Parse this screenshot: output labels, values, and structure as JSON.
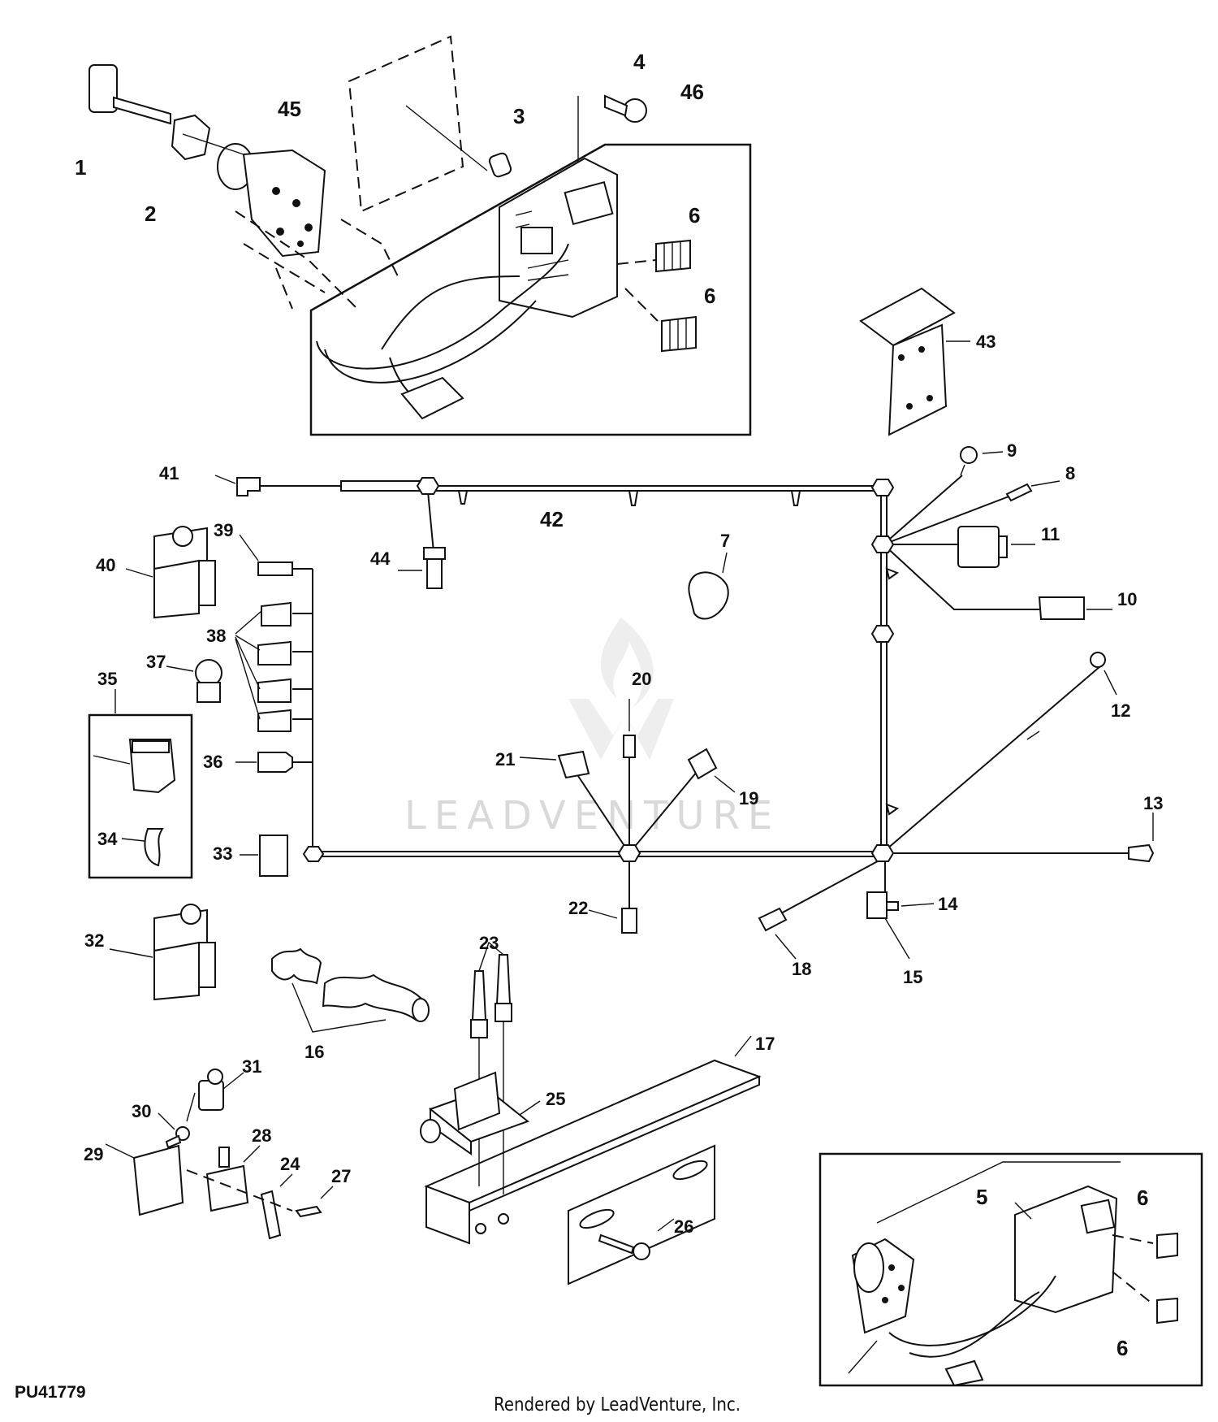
{
  "figure_id": "PU41779",
  "credit": "Rendered by LeadVenture, Inc.",
  "watermark": "LEADVENTURE",
  "callouts": {
    "c1": "1",
    "c2": "2",
    "c3": "3",
    "c4": "4",
    "c45": "45",
    "c46": "46",
    "c6a": "6",
    "c6b": "6",
    "c43": "43",
    "c41": "41",
    "c42": "42",
    "c9": "9",
    "c8": "8",
    "c11": "11",
    "c44": "44",
    "c39": "39",
    "c40": "40",
    "c7": "7",
    "c10": "10",
    "c38": "38",
    "c37": "37",
    "c35": "35",
    "c20": "20",
    "c12": "12",
    "c36": "36",
    "c21": "21",
    "c19": "19",
    "c34": "34",
    "c33": "33",
    "c13": "13",
    "c22": "22",
    "c14": "14",
    "c32": "32",
    "c18": "18",
    "c15": "15",
    "c16": "16",
    "c23": "23",
    "c17": "17",
    "c31": "31",
    "c25": "25",
    "c30": "30",
    "c28": "28",
    "c29": "29",
    "c24": "24",
    "c27": "27",
    "c26": "26",
    "c5": "5",
    "c6c": "6",
    "c6d": "6"
  }
}
